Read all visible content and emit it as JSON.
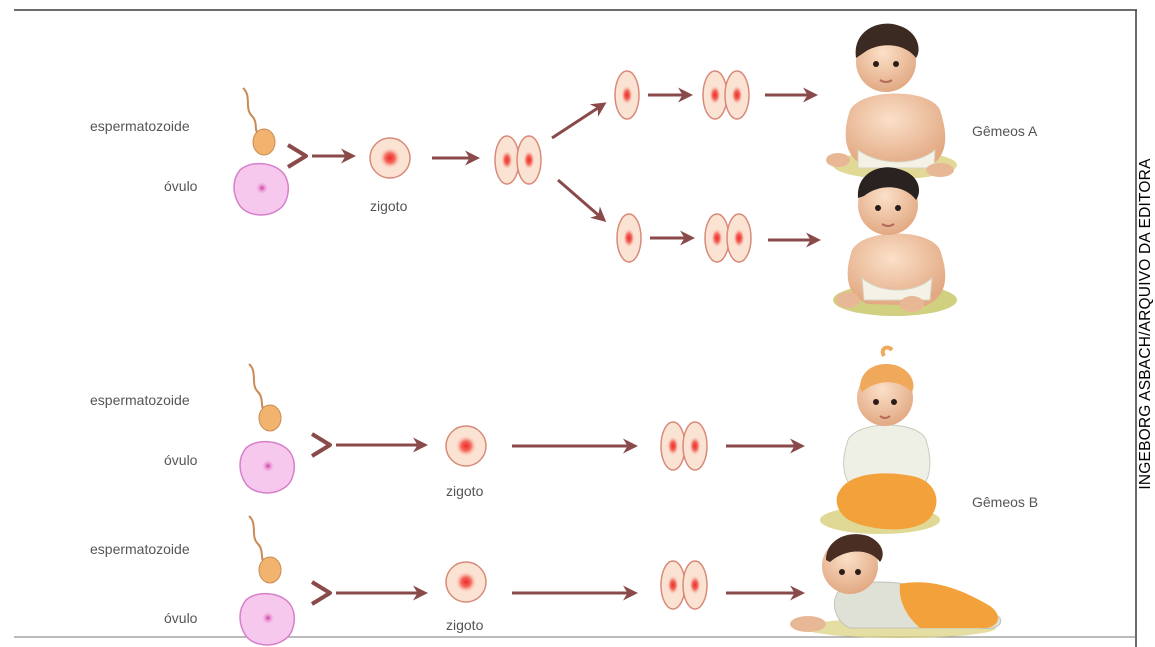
{
  "labels": {
    "sperm": "espermatozoide",
    "egg": "óvulo",
    "zygote": "zigoto",
    "twins_a": "Gêmeos A",
    "twins_b": "Gêmeos B"
  },
  "credit": "INGEBORG ASBACH/ARQUIVO DA EDITORA",
  "colors": {
    "arrow": "#8a4a4a",
    "cell_fill": "#fbe3d3",
    "cell_stroke": "#d98a7a",
    "nucleus": "#ee3b3b",
    "egg_fill": "#f7c8ee",
    "egg_stroke": "#d77fcb",
    "sperm": "#f2b36e",
    "frame": "#3c3c3c"
  },
  "icons": [
    "sperm-icon",
    "egg-icon",
    "zygote-cell-icon",
    "two-cell-embryo-icon",
    "baby-icon",
    "arrow-icon"
  ]
}
